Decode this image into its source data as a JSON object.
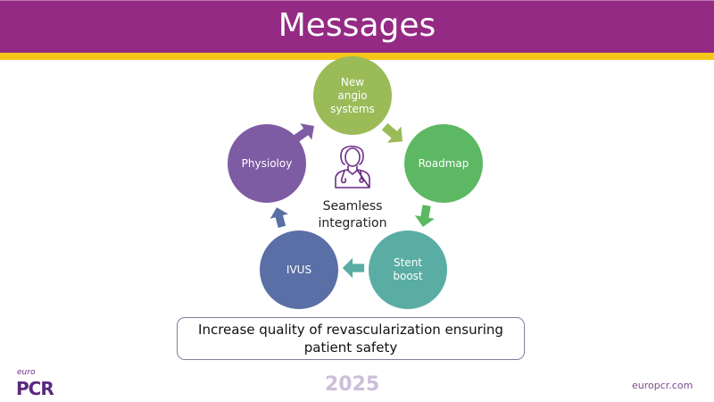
{
  "header": {
    "title": "Messages"
  },
  "cycle": {
    "center_label_line1": "Seamless",
    "center_label_line2": "integration",
    "nodes": [
      {
        "lines": [
          "New",
          "angio",
          "systems"
        ],
        "color": "#9bbb59"
      },
      {
        "lines": [
          "Roadmap"
        ],
        "color": "#5cb862"
      },
      {
        "lines": [
          "Stent",
          "boost"
        ],
        "color": "#5aada3"
      },
      {
        "lines": [
          "IVUS"
        ],
        "color": "#5a6fa6"
      },
      {
        "lines": [
          "Physioloy"
        ],
        "color": "#7e5ca3"
      }
    ]
  },
  "message": {
    "line1": "Increase quality of revascularization ensuring",
    "line2": "patient safety"
  },
  "footer": {
    "logo_small": "euro",
    "logo_large": "PCR",
    "year": "2025",
    "site": "europcr.com"
  },
  "colors": {
    "brand_purple": "#942a84",
    "gold": "#f5c518"
  }
}
